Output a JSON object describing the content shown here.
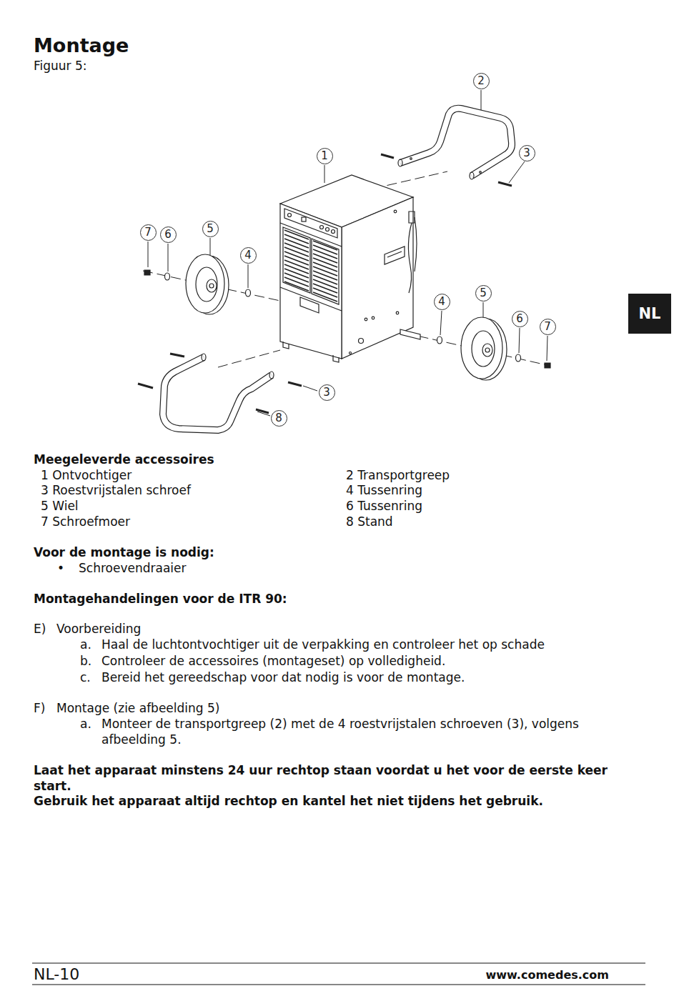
{
  "diagram": {
    "title": "Montage",
    "nodes": [
      {
        "text": [
          "2"
        ]
      },
      {
        "text": [
          "1"
        ]
      },
      {
        "text": [
          "3"
        ]
      },
      {
        "text": [
          "7"
        ]
      },
      {
        "text": [
          "6"
        ]
      },
      {
        "text": [
          "5"
        ]
      },
      {
        "text": [
          "4"
        ]
      },
      {
        "text": [
          "4"
        ]
      },
      {
        "text": [
          "5"
        ]
      },
      {
        "text": [
          "6"
        ]
      },
      {
        "text": [
          "7"
        ]
      },
      {
        "text": [
          "3"
        ]
      },
      {
        "text": [
          "8"
        ]
      },
      {
        "text": [
          "NL"
        ]
      }
    ],
    "labels": [
      "Figuur 5:",
      "Meegeleverde accessoires",
      "1 Ontvochtiger",
      "2 Transportgreep",
      "3 Roestvrijstalen schroef",
      "4 Tussenring",
      "5 Wiel",
      "6 Tussenring",
      "7 Schroefmoer",
      "8 Stand",
      "Voor de montage is nodig:",
      "•",
      "Schroevendraaier",
      "Montagehandelingen voor de ITR 90:",
      "E)",
      "Voorbereiding",
      "a.",
      "Haal de luchtontvochtiger uit de verpakking en controleer het op schade",
      "b.",
      "Controleer de accessoires (montageset) op volledigheid.",
      "c.",
      "Bereid het gereedschap voor dat nodig is voor de montage.",
      "F)",
      "Montage (zie afbeelding 5)",
      "a.",
      "Monteer de transportgreep (2) met de 4 roestvrijstalen schroeven (3), volgens afbeelding 5.",
      "Laat het apparaat minstens 24 uur rechtop staan voordat u het voor de eerste keer start.",
      "Gebruik het apparaat altijd rechtop en kantel het niet tijdens het gebruik.",
      "NL-10",
      "www.comedes.com"
    ]
  }
}
